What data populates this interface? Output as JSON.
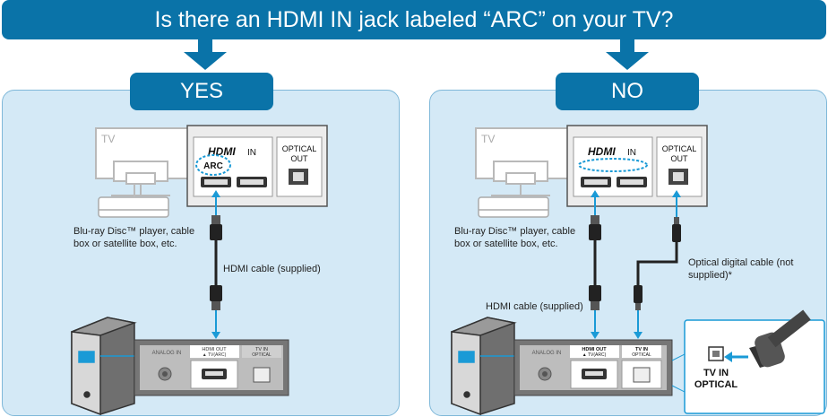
{
  "question": "Is there an HDMI IN jack labeled “ARC” on your TV?",
  "yes": {
    "tab": "YES",
    "tv_label": "TV",
    "hdmi_logo": "HDMI",
    "hdmi_in": "IN",
    "arc": "ARC",
    "optical_out": [
      "OPTICAL",
      "OUT"
    ],
    "player_caption": [
      "Blu-ray Disc™ player, cable",
      "box or satellite box, etc."
    ],
    "hdmi_cable": "HDMI cable (supplied)",
    "rear_analog": "ANALOG IN",
    "rear_hdmi_out": [
      "HDMI OUT",
      "▲ TV(ARC)"
    ],
    "rear_tv_in": [
      "TV IN",
      "OPTICAL"
    ]
  },
  "no": {
    "tab": "NO",
    "tv_label": "TV",
    "hdmi_logo": "HDMI",
    "hdmi_in": "IN",
    "optical_out": [
      "OPTICAL",
      "OUT"
    ],
    "player_caption": [
      "Blu-ray Disc™ player, cable",
      "box or satellite box, etc."
    ],
    "hdmi_cable": "HDMI cable (supplied)",
    "optical_cable": [
      "Optical digital cable (not",
      "supplied)*"
    ],
    "rear_analog": "ANALOG IN",
    "rear_hdmi_out": [
      "HDMI OUT",
      "▲ TV(ARC)"
    ],
    "rear_tv_in": [
      "TV IN",
      "OPTICAL"
    ],
    "zoom_label": [
      "TV IN",
      "OPTICAL"
    ]
  },
  "colors": {
    "brand_blue": "#0a73a8",
    "panel_bg": "#d4e9f6",
    "arrow_blue": "#1a9ad6"
  }
}
